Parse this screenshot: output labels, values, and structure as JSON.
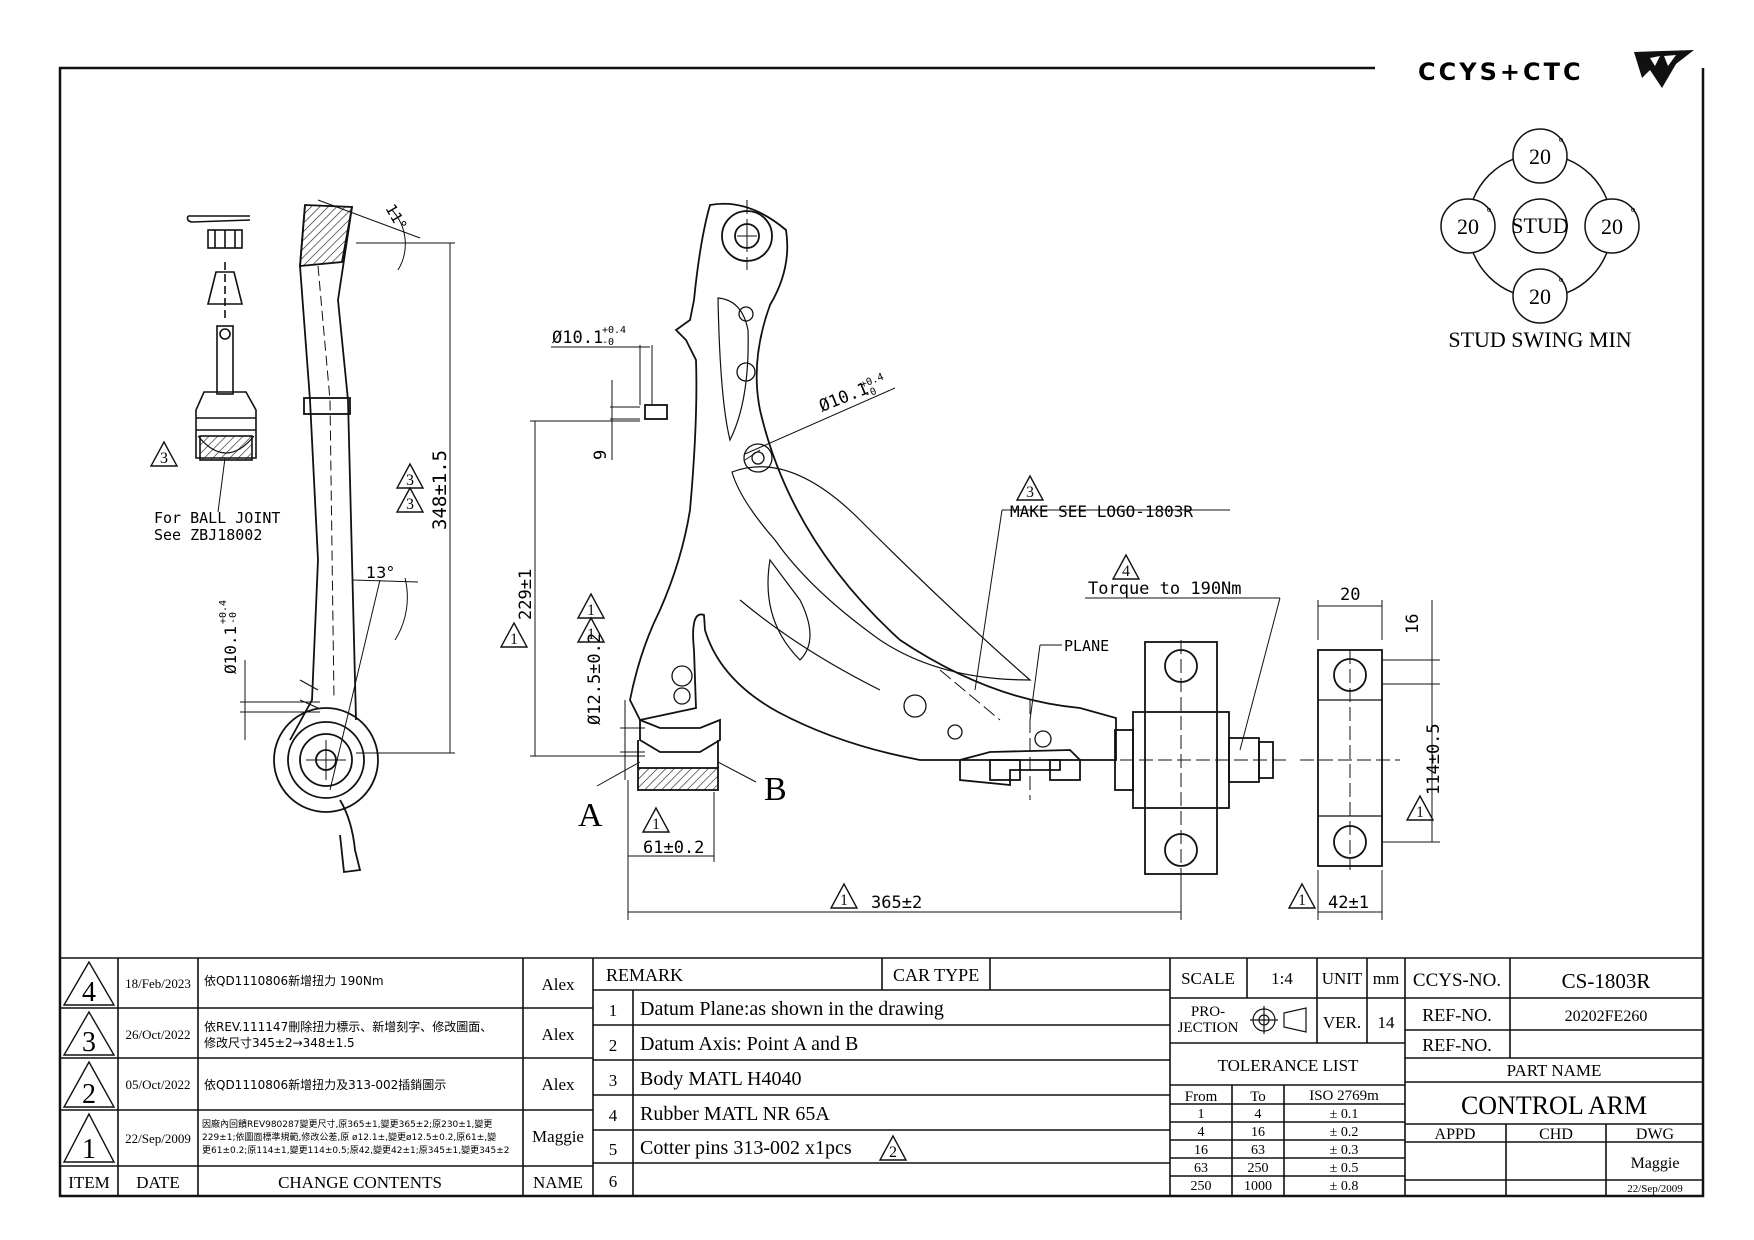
{
  "logo": {
    "text": "CCYS+CTC"
  },
  "stud_swing": {
    "center": "STUD",
    "top": "20",
    "left": "20",
    "right": "20",
    "bottom": "20",
    "degree": "°",
    "caption": "STUD SWING MIN"
  },
  "ball_joint": {
    "line1": "For BALL JOINT",
    "line2": "See ZBJ18002"
  },
  "side_view": {
    "angle_top": "11°",
    "angle_mid": "13°",
    "height_dim": "348±1.5",
    "hole_dia": "Ø10.1",
    "tol_plus": "+0.4",
    "tol_minus": "-0"
  },
  "main_view": {
    "hole_dia_1": "Ø10.1",
    "hole_dia_2": "Ø10.1",
    "tol_plus": "+0.4",
    "tol_minus": "-0",
    "offset_9": "9",
    "height_229": "229±1",
    "bush_dia": "Ø12.5±0.2",
    "width_61": "61±0.2",
    "length_365": "365±2",
    "datum_a": "A",
    "datum_b": "B",
    "logo_note": "MAKE SEE LOGO-1803R",
    "torque_note": "Torque to 190Nm",
    "plane_note": "PLANE"
  },
  "end_view": {
    "w20": "20",
    "d16": "16",
    "h114": "114±0.5",
    "w42": "42±1"
  },
  "revisions": [
    {
      "item": "4",
      "date": "18/Feb/2023",
      "content": [
        "依QD1110806新增扭力 190Nm"
      ],
      "name": "Alex"
    },
    {
      "item": "3",
      "date": "26/Oct/2022",
      "content": [
        "依REV.111147刪除扭力標示、新增刻字、修改圖面、",
        "修改尺寸345±2→348±1.5"
      ],
      "name": "Alex"
    },
    {
      "item": "2",
      "date": "05/Oct/2022",
      "content": [
        "依QD1110806新增扭力及313-002插銷圖示"
      ],
      "name": "Alex"
    },
    {
      "item": "1",
      "date": "22/Sep/2009",
      "content": [
        "因廠內回饋REV980287變更尺寸,原365±1,變更365±2;原230±1,變更",
        "229±1;依圖面標準規範,修改公差,原 ø12.1±,變更ø12.5±0.2,原61±,變",
        "更61±0.2;原114±1,變更114±0.5;原42,變更42±1;原345±1,變更345±2"
      ],
      "name": "Maggie"
    }
  ],
  "rev_headers": {
    "item": "ITEM",
    "date": "DATE",
    "content": "CHANGE CONTENTS",
    "name": "NAME"
  },
  "remarks": {
    "header": "REMARK",
    "car_type": "CAR TYPE",
    "items": [
      {
        "no": "1",
        "text": "Datum Plane:as shown in the drawing"
      },
      {
        "no": "2",
        "text": "Datum Axis: Point A and B"
      },
      {
        "no": "3",
        "text": "Body MATL H4040"
      },
      {
        "no": "4",
        "text": "Rubber MATL NR 65A"
      },
      {
        "no": "5",
        "text": "Cotter pins 313-002 x1pcs",
        "rev": "2"
      },
      {
        "no": "6",
        "text": ""
      }
    ]
  },
  "info": {
    "scale_label": "SCALE",
    "scale": "1:4",
    "unit_label": "UNIT",
    "unit": "mm",
    "projection_l1": "PRO-",
    "projection_l2": "JECTION",
    "ver_label": "VER.",
    "ver": "14",
    "tolerance_title": "TOLERANCE LIST",
    "tol_headers": [
      "From",
      "To",
      "ISO 2769m"
    ],
    "tolerances": [
      [
        "1",
        "4",
        "± 0.1"
      ],
      [
        "4",
        "16",
        "± 0.2"
      ],
      [
        "16",
        "63",
        "± 0.3"
      ],
      [
        "63",
        "250",
        "± 0.5"
      ],
      [
        "250",
        "1000",
        "± 0.8"
      ]
    ]
  },
  "title_block": {
    "ccys_label": "CCYS-NO.",
    "ccys_no": "CS-1803R",
    "ref_label": "REF-NO.",
    "ref_no": "20202FE260",
    "ref2_label": "REF-NO.",
    "ref2_no": "",
    "part_name_label": "PART NAME",
    "part_name": "CONTROL ARM",
    "appd": "APPD",
    "chd": "CHD",
    "dwg": "DWG",
    "drawn_by": "Maggie",
    "drawn_date": "22/Sep/2009"
  }
}
